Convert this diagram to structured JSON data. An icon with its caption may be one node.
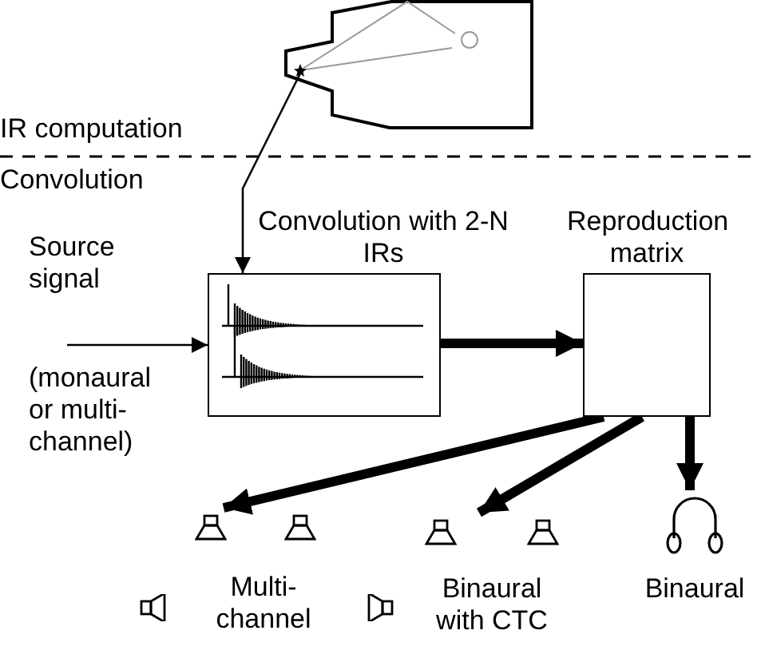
{
  "diagram": {
    "nodes": [
      {
        "text": [],
        "shape": "picture"
      },
      {
        "text": [
          "Source signal",
          "(monaural or multi-channel)"
        ]
      },
      {
        "text": [
          "Convolution with 2-N IRs"
        ]
      },
      {
        "text": [
          "Reproduction matrix"
        ]
      },
      {
        "text": [
          "Multi-channel"
        ]
      },
      {
        "text": [
          "Binaural with CTC"
        ]
      },
      {
        "text": [
          "Binaural"
        ]
      }
    ],
    "edges": [
      {
        "from": 0,
        "to": 2,
        "arrow": "to"
      },
      {
        "from": 1,
        "to": 2,
        "arrow": "to"
      },
      {
        "from": 2,
        "to": 3,
        "arrow": "to"
      },
      {
        "from": 3,
        "to": 4,
        "arrow": "to"
      },
      {
        "from": 3,
        "to": 5,
        "arrow": "to"
      },
      {
        "from": 3,
        "to": 6,
        "arrow": "to"
      }
    ],
    "labels": [
      "IR computation",
      "Convolution"
    ]
  }
}
